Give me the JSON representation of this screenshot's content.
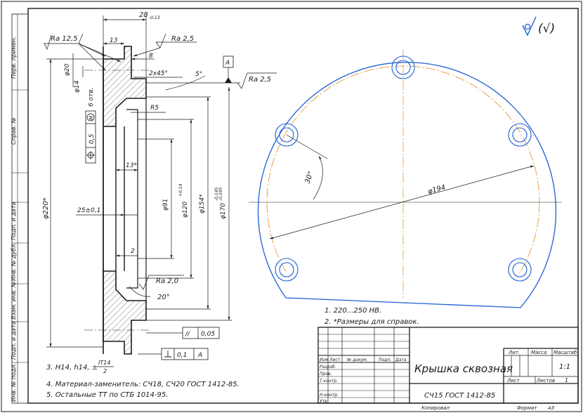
{
  "side_stamp": [
    "Перв. примен.",
    "Справ. №",
    "Подп. и дата",
    "Инв. № дубл.",
    "Взам. инв. №",
    "Подп. и дата",
    "Инв. № подл."
  ],
  "roughness_general": "(√)",
  "dims": {
    "d28": "28",
    "d28_tol": "-0,13",
    "ra125": "Ra 12,5",
    "ra25_top": "Ra 2,5",
    "d13": "13",
    "d8": "8",
    "chamfer": "2x45°",
    "deg5": "5°",
    "datumA": "A",
    "ra25_right": "Ra 2,5",
    "d20": "φ20",
    "d14": "φ14",
    "holes": "6 отв.",
    "tol_pos": "0,5",
    "tol_m": "M",
    "r5": "R5",
    "d13s": "13*",
    "d220": "φ220*",
    "d25": "25±0,1",
    "d91": "φ91",
    "d120": "φ120",
    "d120_tol": "+0,14",
    "d154": "φ154*",
    "d170": "φ170",
    "d170_tol_up": "-0,145",
    "d170_tol_lo": "-0,395",
    "d2": "2",
    "ra20": "Ra 2,0",
    "deg20": "20°",
    "par": "//",
    "par_val": "0,05",
    "perp_val": "0,1",
    "perp_ref": "A",
    "deg30": "30°",
    "d194": "φ194"
  },
  "notes_right": [
    "1. 220...250 HB.",
    "2. *Размеры для справок."
  ],
  "notes_left": {
    "n3_prefix": "3. H14, h14, ±",
    "n3_frac_top": "IT14",
    "n3_frac_bot": "2",
    "n4": "4. Материал-заменитель: СЧ18, СЧ20 ГОСТ 1412-85.",
    "n5": "5. Остальные ТТ по СТБ 1014-95."
  },
  "title_block": {
    "header_cols": [
      "Изм",
      "Лист",
      "№ докум.",
      "Подп.",
      "Дата"
    ],
    "roles": [
      "Разраб.",
      "Пров.",
      "Т.контр.",
      "",
      "Н.контр.",
      "Утв."
    ],
    "title": "Крышка сквозная",
    "material": "СЧ15 ГОСТ 1412-85",
    "lit_label": "Лит.",
    "mass_label": "Масса",
    "scale_label": "Масштаб",
    "scale_value": "1:1",
    "sheet_label": "Лист",
    "sheets_label": "Листов",
    "sheets_value": "1"
  },
  "footer": {
    "copied": "Копировал",
    "format_label": "Формат",
    "format_value": "А3"
  }
}
